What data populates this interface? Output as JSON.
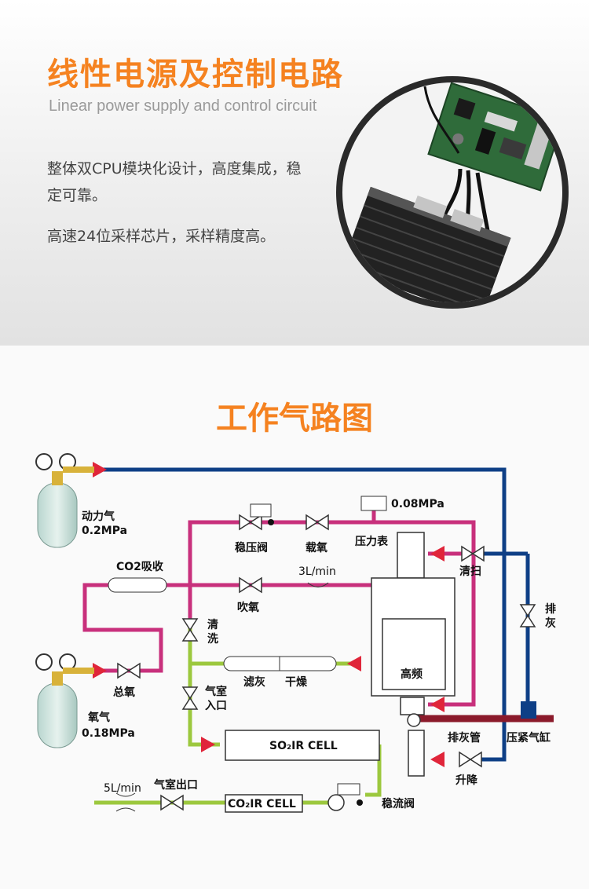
{
  "header": {
    "title": "线性电源及控制电路",
    "subtitle": "Linear power supply and control circuit",
    "desc1": "整体双CPU模块化设计，高度集成，稳定可靠。",
    "desc2": "高速24位采样芯片，采样精度高。"
  },
  "diagram": {
    "title": "工作气路图",
    "labels": {
      "power_gas": "动力气",
      "power_gas_pressure": "0.2MPa",
      "oxygen": "氧气",
      "oxygen_pressure": "0.18MPa",
      "regulator": "稳压阀",
      "carrier_oxygen": "载氧",
      "pressure_gauge": "压力表",
      "gauge_value": "0.08MPa",
      "co2_absorb": "CO2吸收",
      "flow_3": "3L/min",
      "blow_oxygen": "吹氧",
      "purge": "清扫",
      "ash_exhaust": "排灰",
      "clean": "清洗",
      "chamber_inlet": "气室入口",
      "ash_filter": "滤灰",
      "dryer": "干燥",
      "high_freq": "高频",
      "main_oxygen": "总氧",
      "ash_pipe": "排灰管",
      "cylinder": "压紧气缸",
      "lift": "升降",
      "so2_cell": "SO₂IR CELL",
      "co2_cell": "CO₂IR CELL",
      "flow_5": "5L/min",
      "chamber_outlet": "气室出口",
      "steady_valve": "稳流阀"
    },
    "colors": {
      "blue": "#0e3f86",
      "magenta": "#c8307c",
      "green": "#9cc83e",
      "darkred": "#8b1a2b",
      "arrow": "#e0253a"
    }
  }
}
